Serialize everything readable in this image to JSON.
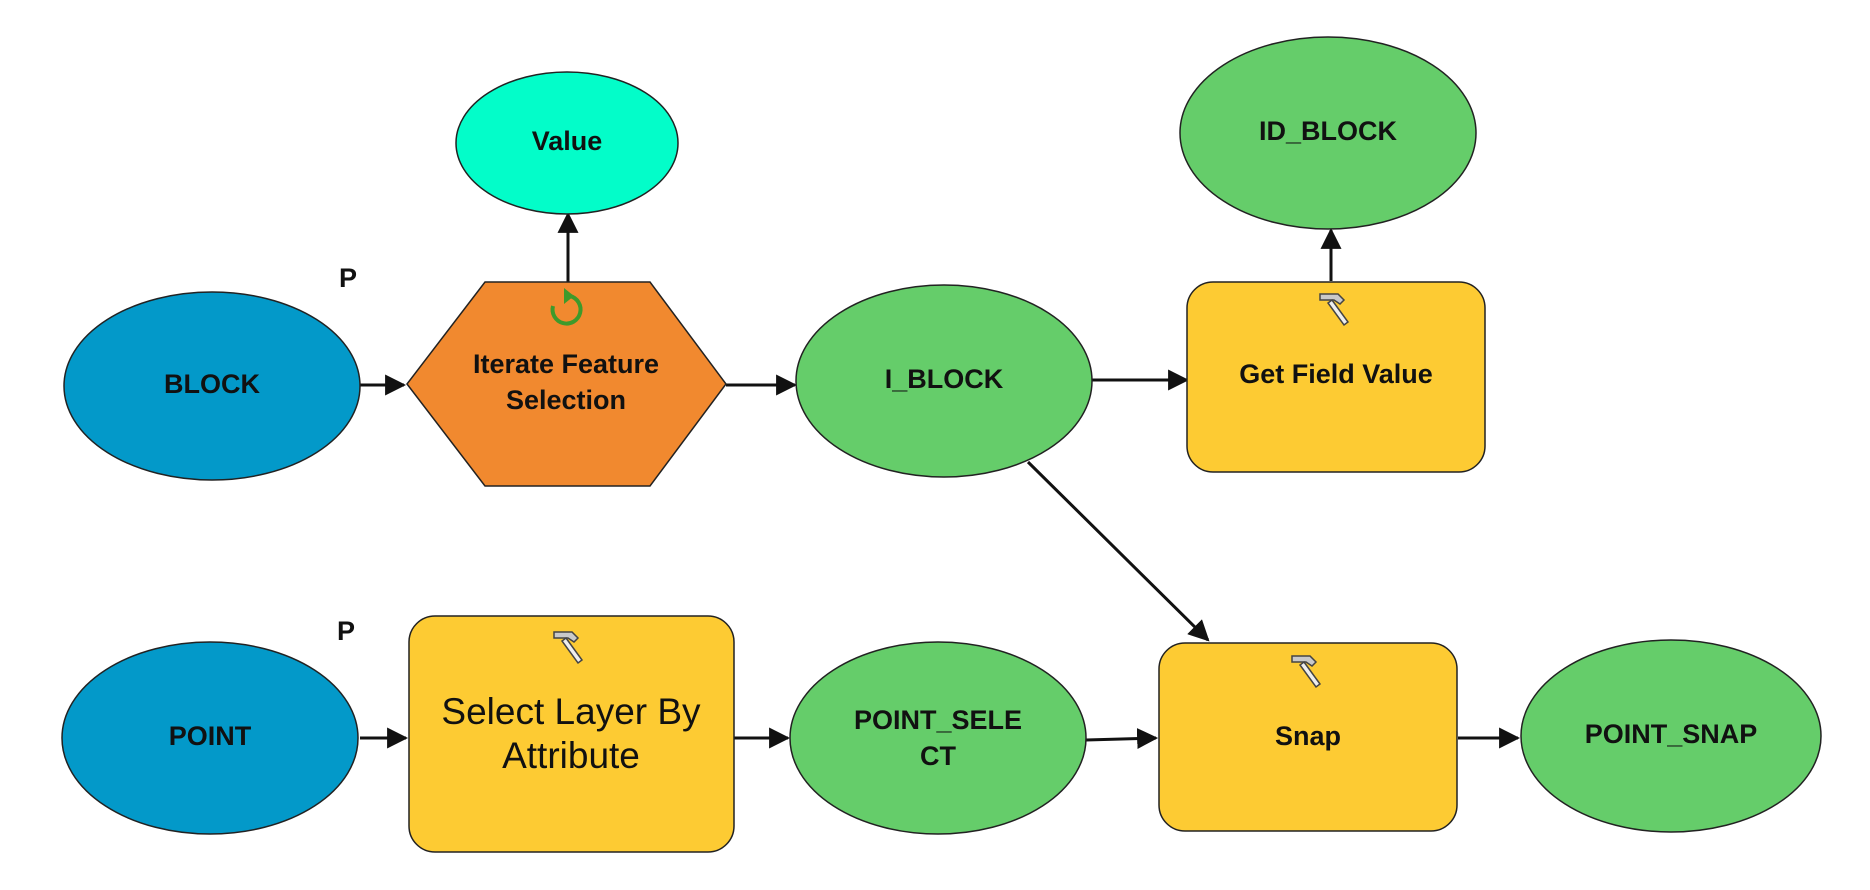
{
  "colors": {
    "input": "#0399c9",
    "iterator": "#f1892f",
    "value": "#03fdc9",
    "derived": "#65cd6a",
    "tool": "#fdcb33",
    "stroke": "#222222",
    "iterator_icon": "#3e9a2b"
  },
  "nodes": {
    "block": {
      "label": "BLOCK",
      "kind": "input",
      "param_marker": "P"
    },
    "point": {
      "label": "POINT",
      "kind": "input",
      "param_marker": "P"
    },
    "iterate": {
      "label_lines": [
        "Iterate Feature",
        "Selection"
      ],
      "kind": "iterator",
      "icon": "refresh-icon"
    },
    "value": {
      "label": "Value",
      "kind": "value"
    },
    "i_block": {
      "label": "I_BLOCK",
      "kind": "derived"
    },
    "get_field_value": {
      "label": "Get Field Value",
      "kind": "tool",
      "icon": "hammer-icon"
    },
    "id_block": {
      "label": "ID_BLOCK",
      "kind": "derived"
    },
    "select_layer": {
      "label_lines": [
        "Select Layer By",
        "Attribute"
      ],
      "kind": "tool",
      "icon": "hammer-icon"
    },
    "point_select": {
      "label_lines": [
        "POINT_SELE",
        "CT"
      ],
      "kind": "derived"
    },
    "snap": {
      "label": "Snap",
      "kind": "tool",
      "icon": "hammer-icon"
    },
    "point_snap": {
      "label": "POINT_SNAP",
      "kind": "derived"
    }
  },
  "connections": [
    [
      "block",
      "iterate"
    ],
    [
      "iterate",
      "value"
    ],
    [
      "iterate",
      "i_block"
    ],
    [
      "i_block",
      "get_field_value"
    ],
    [
      "get_field_value",
      "id_block"
    ],
    [
      "i_block",
      "snap"
    ],
    [
      "point",
      "select_layer"
    ],
    [
      "select_layer",
      "point_select"
    ],
    [
      "point_select",
      "snap"
    ],
    [
      "snap",
      "point_snap"
    ]
  ]
}
